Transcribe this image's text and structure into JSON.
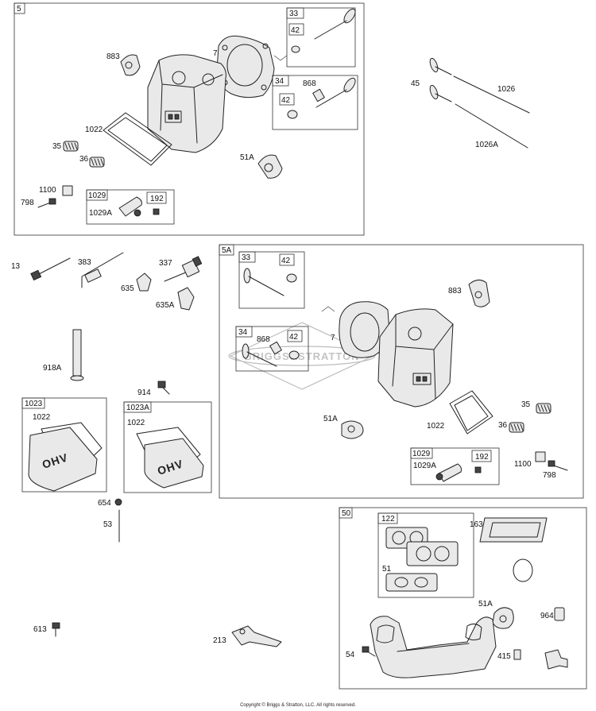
{
  "labels": {
    "s5": "5",
    "p33a": "33",
    "p42a": "42",
    "p883a": "883",
    "p7a": "7",
    "p34a": "34",
    "p868a": "868",
    "p42b": "42",
    "p1022a": "1022",
    "p35a": "35",
    "p36a": "36",
    "p51Aa": "51A",
    "p1100a": "1100",
    "p798a": "798",
    "p1029a": "1029",
    "p192a": "192",
    "p1029Aa": "1029A",
    "p45": "45",
    "p1026": "1026",
    "p1026A": "1026A",
    "p13": "13",
    "p383": "383",
    "p337": "337",
    "p635": "635",
    "p635A": "635A",
    "s5A": "5A",
    "p33b": "33",
    "p42c": "42",
    "p883b": "883",
    "p7b": "7",
    "p34b": "34",
    "p868b": "868",
    "p42d": "42",
    "p51Ab": "51A",
    "p1022b": "1022",
    "p35b": "35",
    "p36b": "36",
    "p1029b": "1029",
    "p192b": "192",
    "p1029Ab": "1029A",
    "p1100b": "1100",
    "p798b": "798",
    "p918A": "918A",
    "p914": "914",
    "p1023": "1023",
    "p1022c": "1022",
    "p1023A": "1023A",
    "p1022d": "1022",
    "p654": "654",
    "p53": "53",
    "p613": "613",
    "p213": "213",
    "s50": "50",
    "p122": "122",
    "p163": "163",
    "p51": "51",
    "p51Ac": "51A",
    "p964": "964",
    "p54": "54",
    "p415": "415"
  },
  "cover_text_a": "OHV",
  "cover_text_b": "OHV",
  "watermark": "BRIGGS&STRATTON",
  "copyright": "Copyright © Briggs & Stratton, LLC. All rights reserved."
}
